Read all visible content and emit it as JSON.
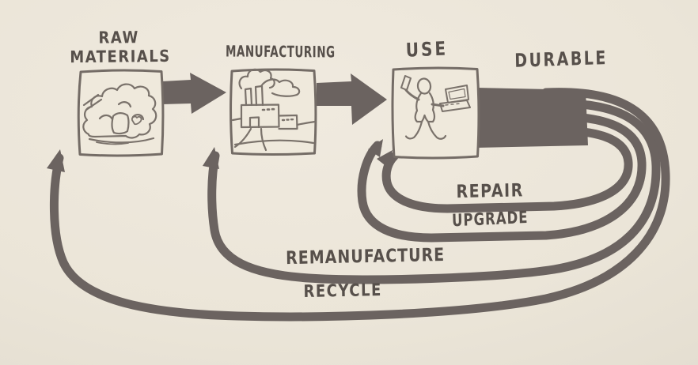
{
  "colors": {
    "paper": "#ebe5d8",
    "ink": "#6b6360",
    "sketch_line": "#7a726b",
    "text_ink": "#57504b",
    "box_fill": "#efe9dc"
  },
  "stages": {
    "raw_materials": {
      "label": "RAW\nMATERIALS",
      "illustration": "scrap-pile-icon"
    },
    "manufacturing": {
      "label": "MANUFACTURING",
      "illustration": "factory-icon"
    },
    "use": {
      "label": "USE",
      "illustration": "person-with-phone-and-laptop-icon"
    }
  },
  "flow": {
    "durable_label": "DURABLE",
    "loops": [
      {
        "id": "repair",
        "label": "REPAIR",
        "returns_to": "USE"
      },
      {
        "id": "upgrade",
        "label": "UPGRADE",
        "returns_to": "USE"
      },
      {
        "id": "remanufacture",
        "label": "REMANUFACTURE",
        "returns_to": "MANUFACTURING"
      },
      {
        "id": "recycle",
        "label": "RECYCLE",
        "returns_to": "RAW MATERIALS"
      }
    ]
  }
}
